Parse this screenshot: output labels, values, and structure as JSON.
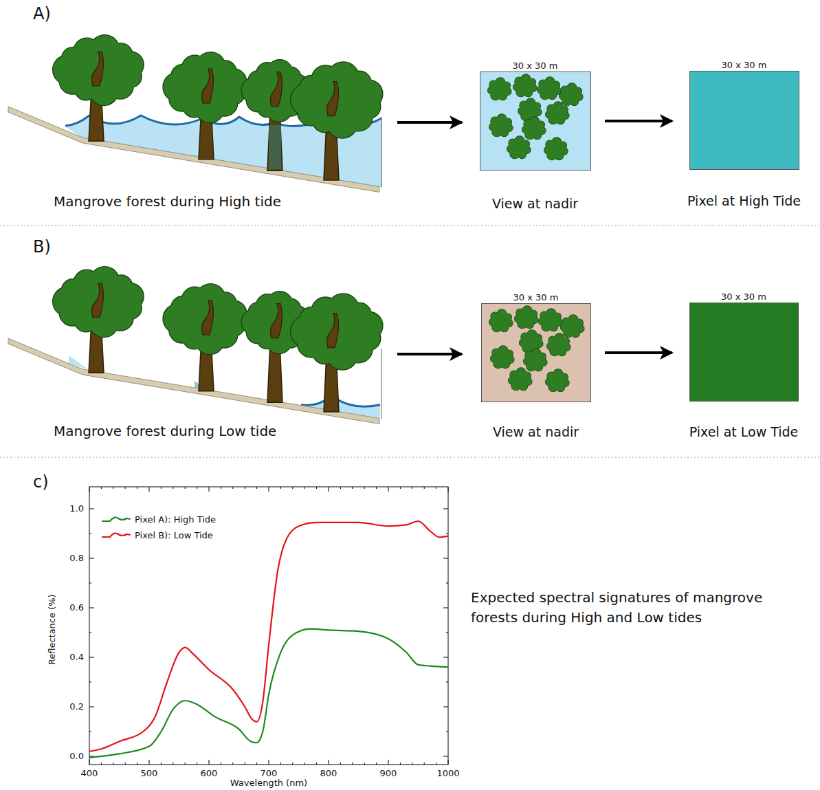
{
  "diagram": {
    "nodes": [
      {
        "text": [
          "30 x 30 m",
          "View at nadir"
        ]
      },
      {
        "text": [
          "30 x 30 m",
          "Pixel at High Tide"
        ]
      },
      {
        "text": [
          "30 x 30 m",
          "View at nadir"
        ]
      },
      {
        "text": [
          "30 x 30 m",
          "Pixel at Low Tide"
        ]
      }
    ],
    "edges": [
      {
        "from": 0,
        "to": 1,
        "arrow": "to"
      },
      {
        "from": 2,
        "to": 3,
        "arrow": "to"
      }
    ],
    "labels": [
      "A)",
      "Mangrove forest during High tide",
      "B)",
      "Mangrove forest during Low tide",
      "c)",
      "1.0",
      "0.8",
      "0.6",
      "0.4",
      "0.2",
      "0.0",
      "400",
      "500",
      "600",
      "700",
      "800",
      "900",
      "1000",
      "Reflectance (%)",
      "Wavelength (nm)",
      "Expected spectral signatures of mangrove forests during High and Low tides"
    ],
    "legend": [
      {
        "text": "Pixel A): High Tide"
      },
      {
        "text": "Pixel B): Low Tide"
      }
    ]
  }
}
